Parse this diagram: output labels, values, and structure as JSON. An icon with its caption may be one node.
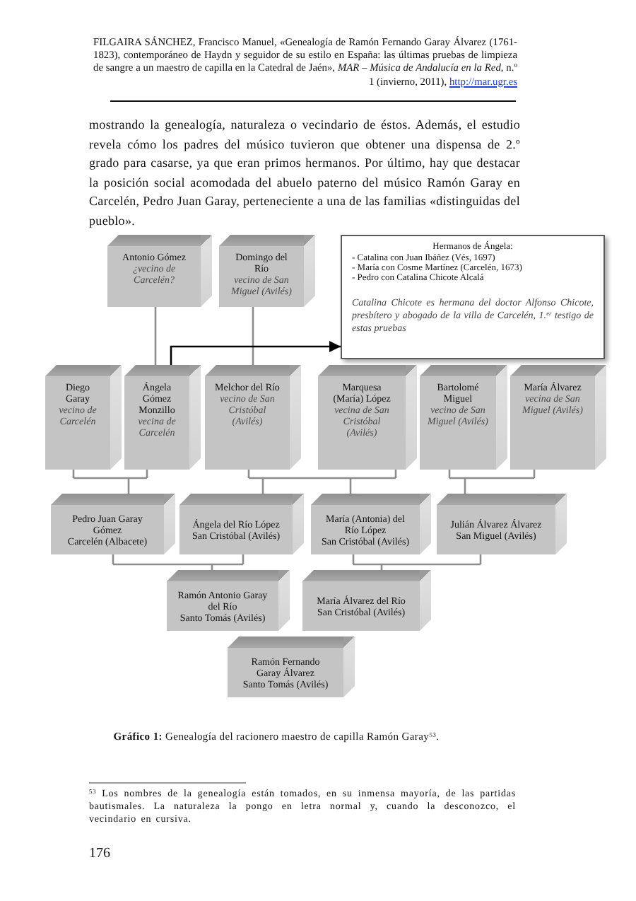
{
  "diagram": {
    "caption": "**Gráfico 1:** Genealogía del racionero maestro de capilla Ramón Garay$^{53}$.",
    "nodes": [
      {
        "text": [
          "Antonio Gómez",
          "¿vecino de Carcelén?"
        ]
      },
      {
        "text": [
          "Domingo del Río",
          "vecino de San Miguel (Avilés)"
        ]
      },
      {
        "text": [
          "Hermanos de Ángela:",
          "- Catalina con Juan Ibáñez (Vés, 1697)",
          "- María con Cosme Martínez (Carcelén, 1673)",
          "- Pedro con Catalina Chicote Alcalá",
          "Catalina Chicote es hermana del doctor Alfonso Chicote, presbítero y abogado de la villa de Carcelén, 1.$^{er}$ testigo de estas pruebas"
        ]
      },
      {
        "text": [
          "Diego Garay",
          "vecino de Carcelén"
        ]
      },
      {
        "text": [
          "Ángela Gómez Monzillo",
          "vecina de Carcelén"
        ]
      },
      {
        "text": [
          "Melchor del Río",
          "vecino de San Cristóbal (Avilés)"
        ]
      },
      {
        "text": [
          "Marquesa (María) López",
          "vecina de San Cristóbal (Avilés)"
        ]
      },
      {
        "text": [
          "Bartolomé Miguel",
          "vecino de San Miguel (Avilés)"
        ]
      },
      {
        "text": [
          "María Álvarez",
          "vecina de San Miguel (Avilés)"
        ]
      },
      {
        "text": [
          "Pedro Juan Garay Gómez",
          "Carcelén (Albacete)"
        ]
      },
      {
        "text": [
          "Ángela del Río López",
          "San Cristóbal (Avilés)"
        ]
      },
      {
        "text": [
          "María (Antonia) del Río López",
          "San Cristóbal (Avilés)"
        ]
      },
      {
        "text": [
          "Julián Álvarez Álvarez",
          "San Miguel (Avilés)"
        ]
      },
      {
        "text": [
          "Ramón Antonio Garay del Río",
          "Santo Tomás (Avilés)"
        ]
      },
      {
        "text": [
          "María Álvarez del Río",
          "San Cristóbal (Avilés)"
        ]
      },
      {
        "text": [
          "Ramón Fernando Garay Álvarez",
          "Santo Tomás (Avilés)"
        ]
      }
    ],
    "edges": [
      {
        "from": 0,
        "to": 4,
        "arrow": "none"
      },
      {
        "from": 1,
        "to": 5,
        "arrow": "none"
      },
      {
        "from": 4,
        "to": 2,
        "arrow": "to",
        "color": "#000000"
      },
      {
        "from": 3,
        "to": 9,
        "arrow": "none"
      },
      {
        "from": 4,
        "to": 9,
        "arrow": "none"
      },
      {
        "from": 5,
        "to": 10,
        "arrow": "none"
      },
      {
        "from": 5,
        "to": 11,
        "arrow": "none"
      },
      {
        "from": 6,
        "to": 10,
        "arrow": "none"
      },
      {
        "from": 6,
        "to": 11,
        "arrow": "none"
      },
      {
        "from": 7,
        "to": 12,
        "arrow": "none"
      },
      {
        "from": 8,
        "to": 12,
        "arrow": "none"
      },
      {
        "from": 9,
        "to": 13,
        "arrow": "none"
      },
      {
        "from": 10,
        "to": 13,
        "arrow": "none"
      },
      {
        "from": 11,
        "to": 14,
        "arrow": "none"
      },
      {
        "from": 12,
        "to": 14,
        "arrow": "none"
      }
    ],
    "labels": [
      "FILGAIRA SÁNCHEZ, Francisco Manuel, «Genealogía de Ramón Fernando Garay Álvarez (1761-1823), contemporáneo de Haydn y seguidor de su estilo en España: las últimas pruebas de limpieza de sangre a un maestro de capilla en la Catedral de Jaén», *MAR – Música de Andalucía en la Red*, n.º 1 (invierno, 2011),",
      "http://mar.ugr.es",
      "mostrando la genealogía, naturaleza o vecindario de éstos. Además, el estudio revela cómo los padres del músico tuvieron que obtener una dispensa de 2.º grado para casarse, ya que eran primos hermanos. Por último, hay que destacar la posición social acomodada del abuelo paterno del músico Ramón Garay en Carcelén, Pedro Juan Garay, perteneciente a una de las familias «distinguidas del pueblo».",
      "$^{53}$ Los nombres de la genealogía están tomados, en su inmensa mayoría, de las partidas bautismales. La naturaleza la pongo en letra normal y, cuando la desconozco, el vecindario en cursiva.",
      "176"
    ]
  }
}
